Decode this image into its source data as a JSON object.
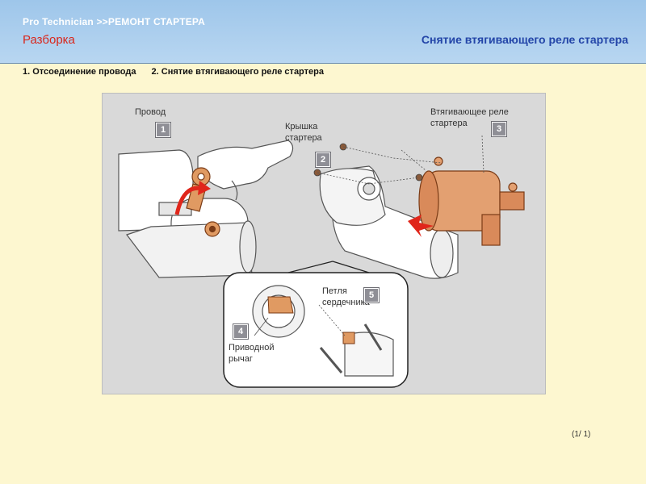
{
  "header": {
    "breadcrumb": "Pro  Technician >>РЕМОНТ СТАРТЕРА",
    "section": "Разборка",
    "topic": "Снятие втягивающего реле стартера"
  },
  "steps": [
    "1. Отсоединение провода",
    "2. Снятие втягивающего реле стартера"
  ],
  "figure": {
    "callouts": [
      {
        "num": "1",
        "label": "Провод"
      },
      {
        "num": "2",
        "label": "Крышка стартера"
      },
      {
        "num": "3",
        "label": "Втягивающее реле стартера"
      },
      {
        "num": "4",
        "label": "Приводной рычаг"
      },
      {
        "num": "5",
        "label": "Петля сердечника"
      }
    ]
  },
  "footer": {
    "page": "(1/ 1)"
  },
  "colors": {
    "header_bg": "#a9cdef",
    "section_red": "#d9271c",
    "topic_blue": "#2345a8",
    "copper": "#d98a5a",
    "page_bg": "#fdf7d0"
  }
}
